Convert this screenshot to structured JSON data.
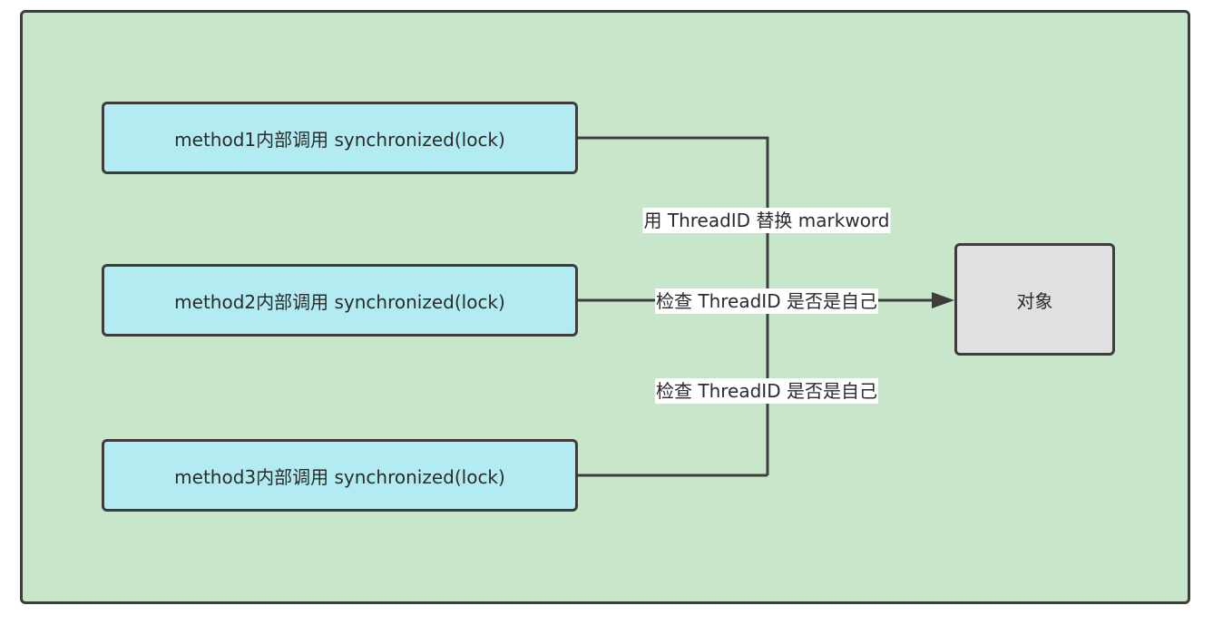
{
  "diagram": {
    "nodes": {
      "method1": "method1内部调用 synchronized(lock)",
      "method2": "method2内部调用 synchronized(lock)",
      "method3": "method3内部调用 synchronized(lock)",
      "object": "对象"
    },
    "edge_labels": {
      "top": "用 ThreadID 替换 markword",
      "middle": "检查 ThreadID 是否是自己",
      "bottom": "检查 ThreadID 是否是自己"
    },
    "colors": {
      "background": "#c8e6c9",
      "method_box": "#b2ebf2",
      "object_box": "#e0e0e0",
      "stroke": "#3d3d3d"
    }
  }
}
